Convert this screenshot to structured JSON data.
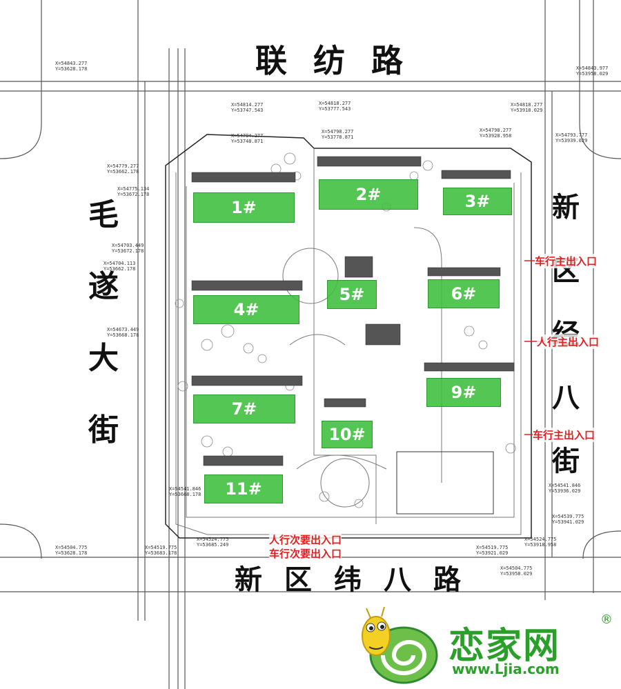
{
  "roads": {
    "north": "联纺路",
    "south": "新区纬八路",
    "west": [
      "毛",
      "遂",
      "大",
      "街"
    ],
    "east": [
      "新",
      "区",
      "经",
      "八",
      "街"
    ]
  },
  "buildings": [
    "1#",
    "2#",
    "3#",
    "4#",
    "5#",
    "6#",
    "7#",
    "9#",
    "10#",
    "11#"
  ],
  "entrances": {
    "vehicle_main_1": "车行主出入口",
    "pedestrian_main": "人行主出入口",
    "vehicle_main_2": "车行主出入口",
    "pedestrian_secondary": "人行次要出入口",
    "vehicle_secondary": "车行次要出入口"
  },
  "coordinates": {
    "c1": "X=54843.277\nY=53628.178",
    "c2": "X=54843.977\nY=53958.029",
    "c3": "X=54814.277\nY=53747.543",
    "c4": "X=54818.277\nY=53777.543",
    "c5": "X=54818.277\nY=53918.029",
    "c6": "X=54794.277\nY=53748.871",
    "c7": "X=54798.277\nY=53778.871",
    "c8": "X=54798.277\nY=53928.958",
    "c9": "X=54793.777\nY=53939.029",
    "c10": "X=54779.277\nY=53662.178",
    "c11": "X=54775.134\nY=53672.178",
    "c12": "X=54703.449\nY=53672.178",
    "c13": "X=54704.113\nY=53662.178",
    "c14": "X=54673.449\nY=53668.178",
    "c15": "X=54541.846\nY=53668.178",
    "c16": "X=54541.846\nY=53936.029",
    "c17": "X=54539.775\nY=53941.029",
    "c18": "X=54524.775\nY=53918.958",
    "c19": "X=54519.775\nY=53921.029",
    "c20": "X=54504.775\nY=53628.178",
    "c21": "X=54519.775\nY=53683.178",
    "c22": "X=54524.775\nY=53685.249",
    "c23": "X=54504.775\nY=53958.029"
  },
  "logo": {
    "name": "恋家网",
    "url": "www.Ljia.com",
    "reg": "®"
  },
  "colors": {
    "building_highlight": "#3cbe3c",
    "entrance_text": "#e02020",
    "logo": "#2aa02a"
  }
}
